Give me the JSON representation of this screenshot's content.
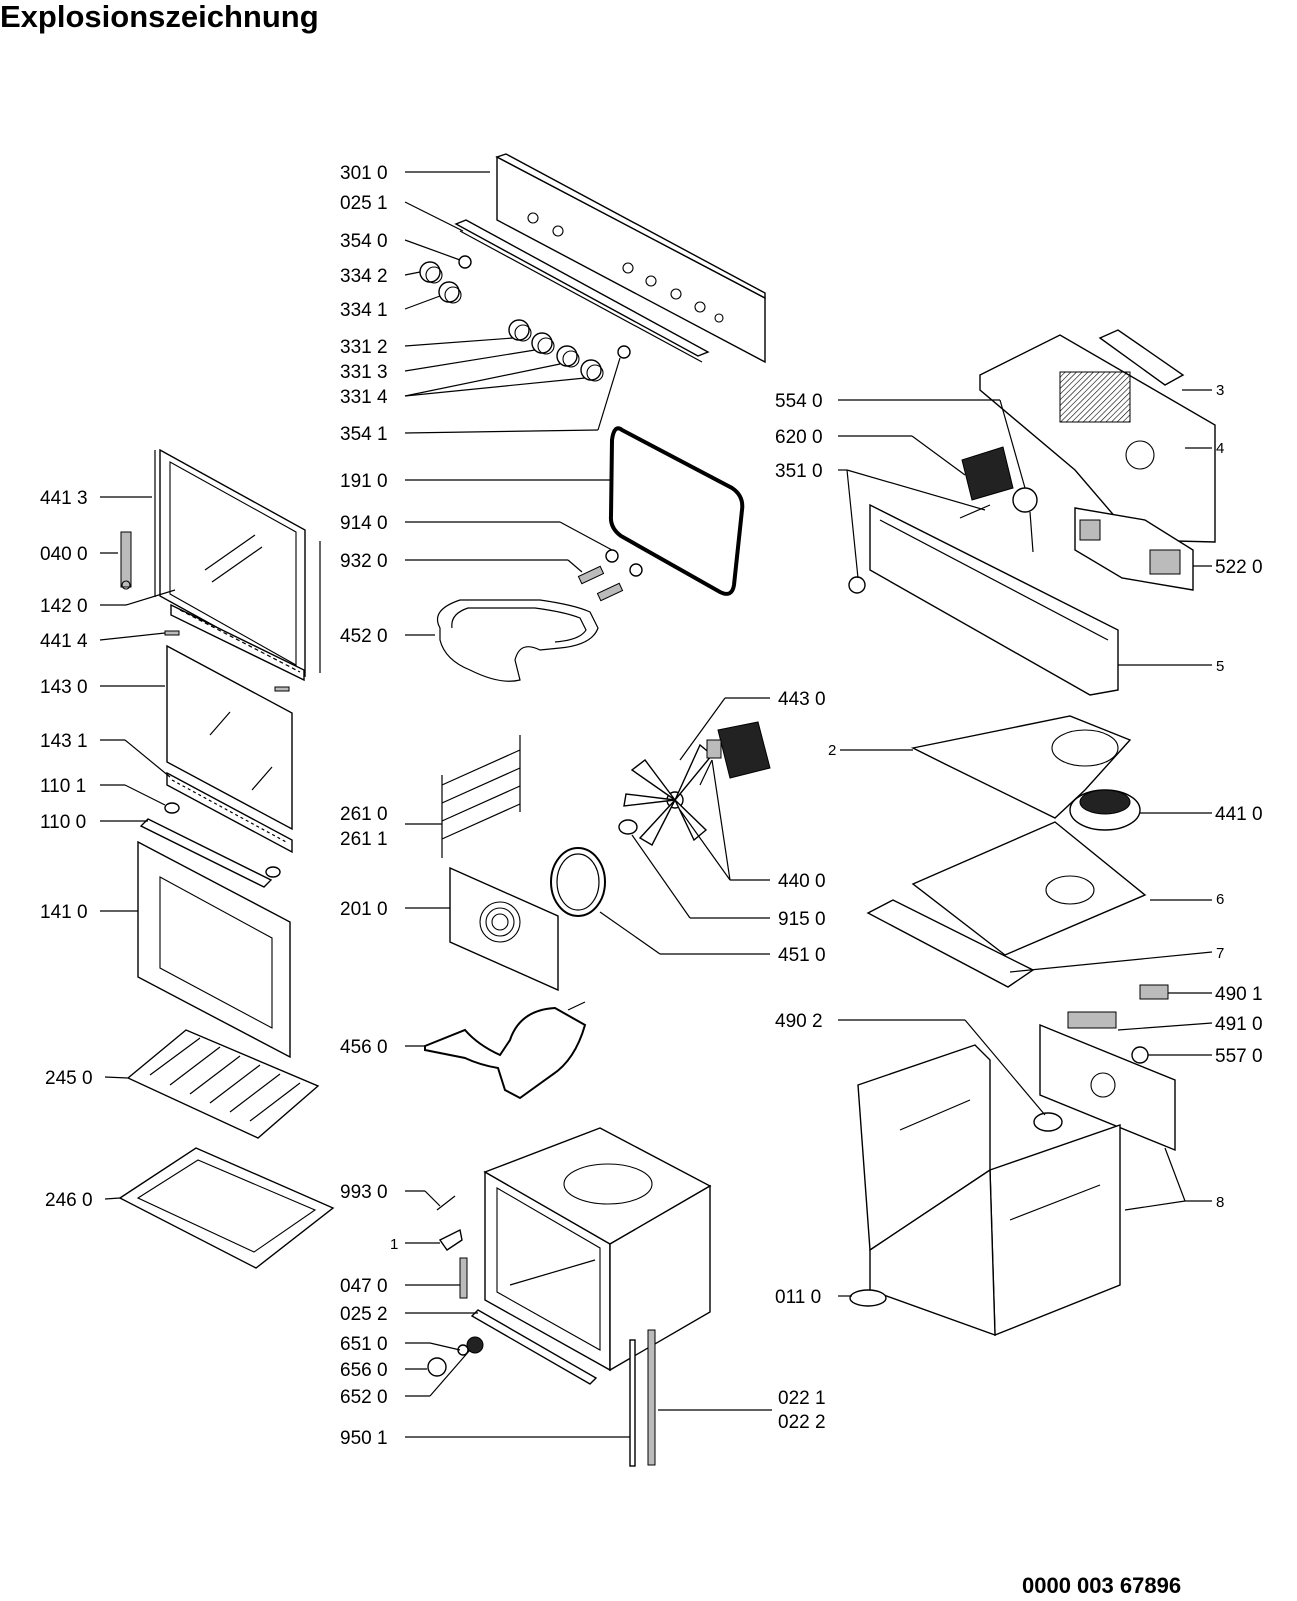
{
  "title": "Explosionszeichnung",
  "document_code": "0000 003 67896",
  "labels": {
    "p3010": "301 0",
    "p0251": "025 1",
    "p3540": "354 0",
    "p3342": "334 2",
    "p3341": "334 1",
    "p3312": "331 2",
    "p3313": "331 3",
    "p3314": "331 4",
    "p3541": "354 1",
    "p1910": "191 0",
    "p9140": "914 0",
    "p9320": "932 0",
    "p4520": "452 0",
    "p4413": "441 3",
    "p0400": "040 0",
    "p1420": "142 0",
    "p4414": "441 4",
    "p1430": "143 0",
    "p1431": "143 1",
    "p1101": "110 1",
    "p1100": "110 0",
    "p1410": "141 0",
    "p2450": "245 0",
    "p2460": "246 0",
    "p2610": "261 0",
    "p2611": "261 1",
    "p2010": "201 0",
    "p4560": "456 0",
    "p4430": "443 0",
    "p4400": "440 0",
    "p9150": "915 0",
    "p4510": "451 0",
    "p5540": "554 0",
    "p6200": "620 0",
    "p3510": "351 0",
    "p5220": "522 0",
    "p3": "3",
    "p4": "4",
    "p5": "5",
    "p2": "2",
    "p4410": "441 0",
    "p6": "6",
    "p7": "7",
    "p4901": "490 1",
    "p4902": "490 2",
    "p4910": "491 0",
    "p5570": "557 0",
    "p8": "8",
    "p0110": "011 0",
    "p9930": "993 0",
    "p1": "1",
    "p0470": "047 0",
    "p0252": "025 2",
    "p6510": "651 0",
    "p6560": "656 0",
    "p6520": "652 0",
    "p9501": "950 1",
    "p0221": "022 1",
    "p0222": "022 2"
  }
}
